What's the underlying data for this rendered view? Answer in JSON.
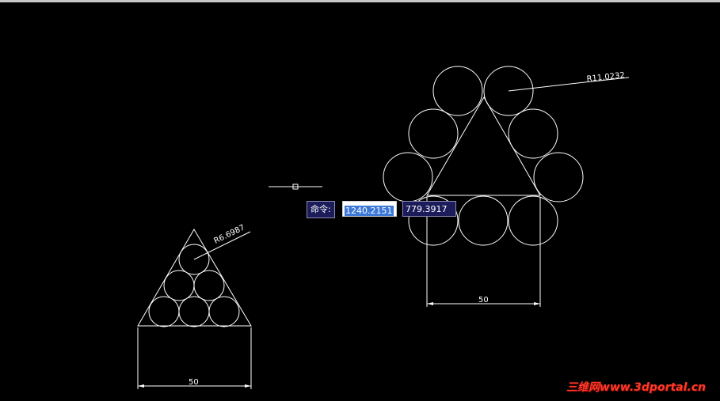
{
  "drawing": {
    "left_figure": {
      "radius_label": "R6.6987",
      "dimension_label": "50"
    },
    "right_figure": {
      "radius_label": "R11.0232",
      "dimension_label": "50"
    }
  },
  "dynamic_input": {
    "prompt_label": "命令:",
    "x_value": "1240.2151",
    "y_value": "779.3917"
  },
  "watermark": "三维网www.3dportal.cn",
  "colors": {
    "background": "#000000",
    "linework": "#ffffff",
    "dyn_input_bg": "#1c1c5a",
    "selection": "#3c78d8",
    "watermark": "#ff3a2a"
  },
  "icons": {
    "crosshair": "crosshair-cursor-icon"
  }
}
